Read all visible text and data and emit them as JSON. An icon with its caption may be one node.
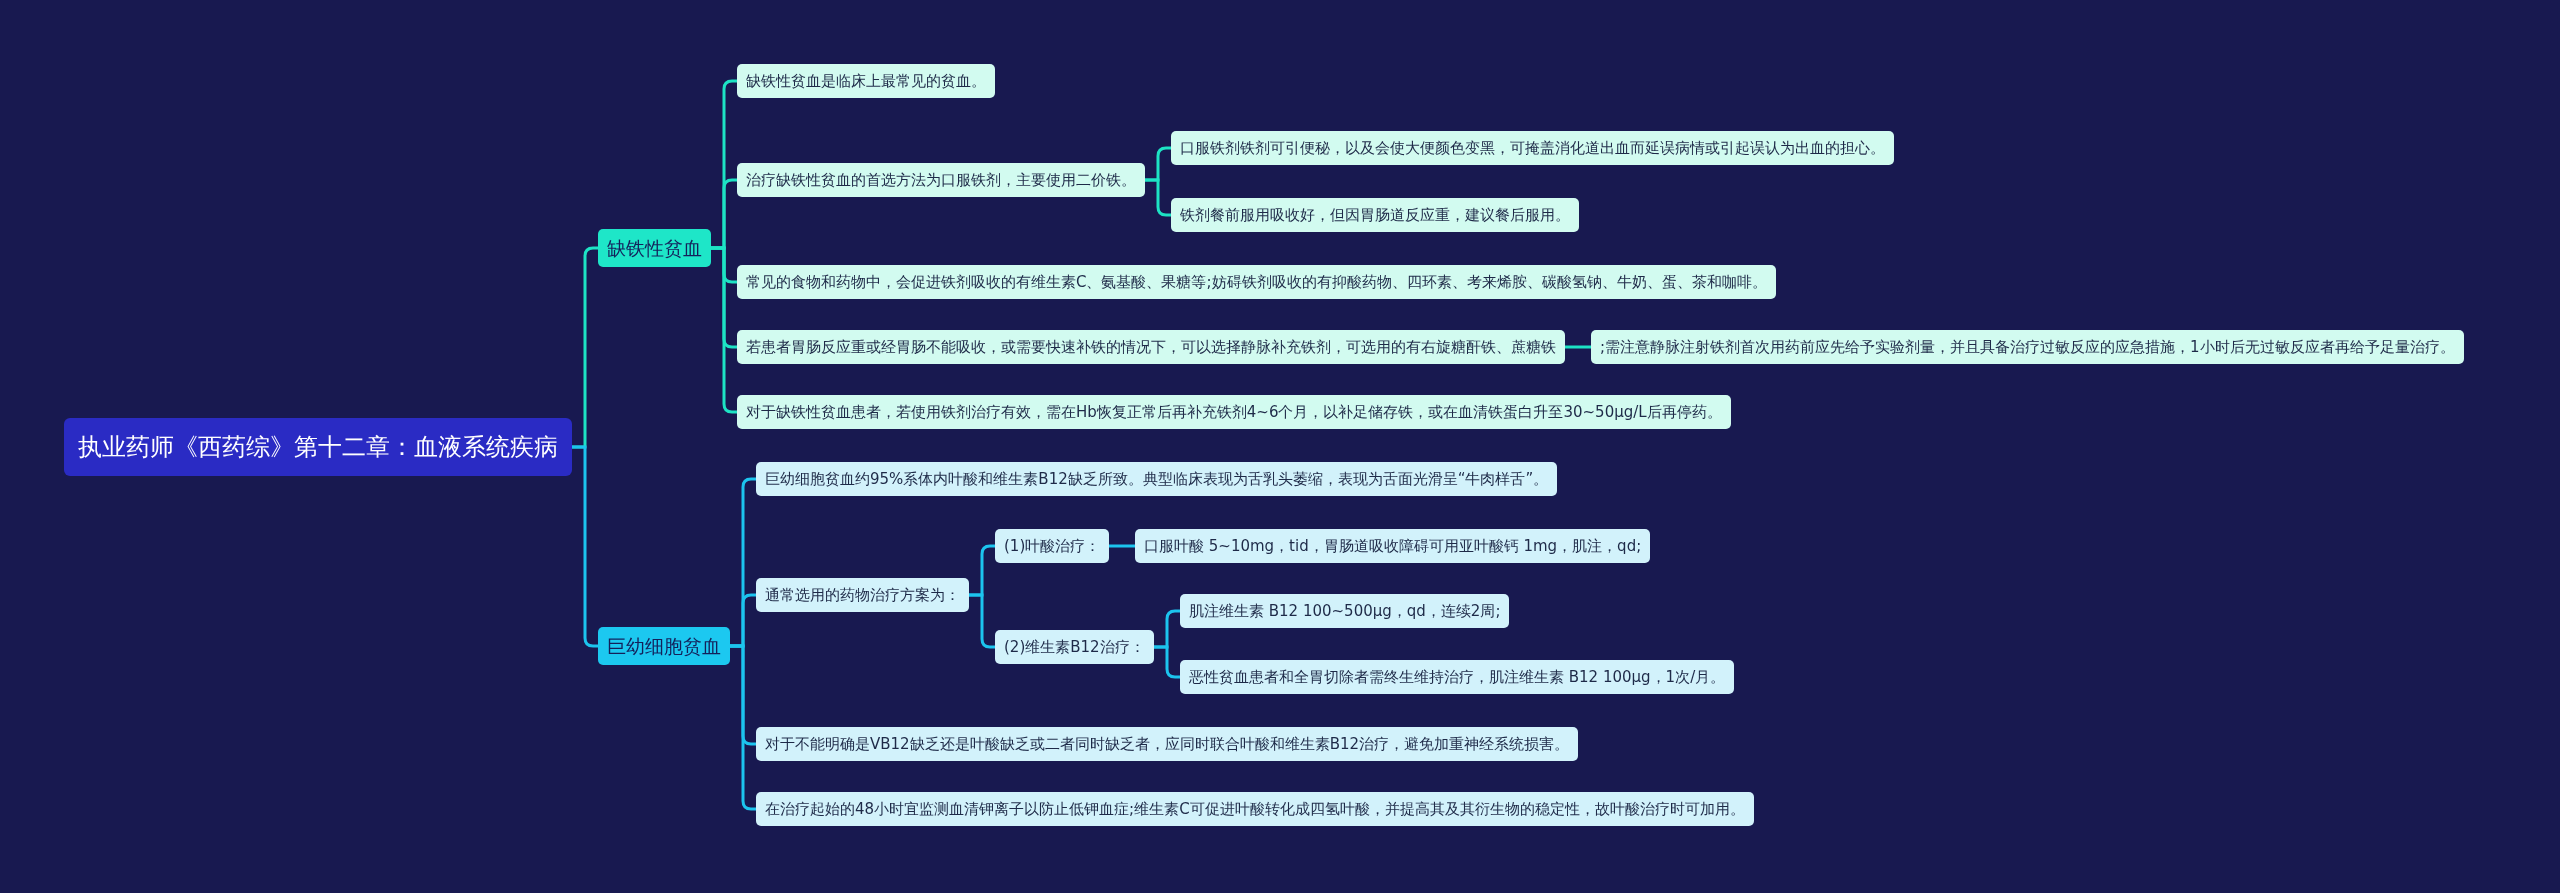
{
  "diagram": {
    "nodes": [
      {
        "text": [
          "执业药师《西药综》第十二章：血液系统疾病"
        ]
      },
      {
        "text": [
          "缺铁性贫血"
        ]
      },
      {
        "text": [
          "缺铁性贫血是临床上最常见的贫血。"
        ]
      },
      {
        "text": [
          "治疗缺铁性贫血的首选方法为口服铁剂，主要使用二价铁。"
        ]
      },
      {
        "text": [
          "口服铁剂铁剂可引便秘，以及会使大便颜色变黑，可掩盖消化道出血而延误病情或引起误认为出血的担心。"
        ]
      },
      {
        "text": [
          "铁剂餐前服用吸收好，但因胃肠道反应重，建议餐后服用。"
        ]
      },
      {
        "text": [
          "常见的食物和药物中，会促进铁剂吸收的有维生素C、氨基酸、果糖等;妨碍铁剂吸收的有抑酸药物、四环素、考来烯胺、碳酸氢钠、牛奶、蛋、茶和咖啡。"
        ]
      },
      {
        "text": [
          "若患者胃肠反应重或经胃肠不能吸收，或需要快速补铁的情况下，可以选择静脉补充铁剂，可选用的有右旋糖酐铁、蔗糖铁"
        ]
      },
      {
        "text": [
          ";需注意静脉注射铁剂首次用药前应先给予实验剂量，并且具备治疗过敏反应的应急措施，1小时后无过敏反应者再给予足量治疗。"
        ]
      },
      {
        "text": [
          "对于缺铁性贫血患者，若使用铁剂治疗有效，需在Hb恢复正常后再补充铁剂4~6个月，以补足储存铁，或在血清铁蛋白升至30~50μg/L后再停药。"
        ]
      },
      {
        "text": [
          "巨幼细胞贫血"
        ]
      },
      {
        "text": [
          "巨幼细胞贫血约95%系体内叶酸和维生素B12缺乏所致。典型临床表现为舌乳头萎缩，表现为舌面光滑呈“牛肉样舌”。"
        ]
      },
      {
        "text": [
          "通常选用的药物治疗方案为："
        ]
      },
      {
        "text": [
          "(1)叶酸治疗："
        ]
      },
      {
        "text": [
          "口服叶酸 5~10mg，tid，胃肠道吸收障碍可用亚叶酸钙 1mg，肌注，qd;"
        ]
      },
      {
        "text": [
          "(2)维生素B12治疗："
        ]
      },
      {
        "text": [
          "肌注维生素 B12 100~500μg，qd，连续2周;"
        ]
      },
      {
        "text": [
          "恶性贫血患者和全胃切除者需终生维持治疗，肌注维生素 B12 100μg，1次/月。"
        ]
      },
      {
        "text": [
          "对于不能明确是VB12缺乏还是叶酸缺乏或二者同时缺乏者，应同时联合叶酸和维生素B12治疗，避免加重神经系统损害。"
        ]
      },
      {
        "text": [
          "在治疗起始的48小时宜监测血清钾离子以防止低钾血症;维生素C可促进叶酸转化成四氢叶酸，并提高其及其衍生物的稳定性，故叶酸治疗时可加用。"
        ]
      }
    ],
    "edges": [
      {
        "from": 0,
        "to": 1,
        "arrow": "none",
        "color": "#1de3c4"
      },
      {
        "from": 1,
        "to": 2,
        "arrow": "none",
        "color": "#1de3c4"
      },
      {
        "from": 1,
        "to": 3,
        "arrow": "none",
        "color": "#1de3c4"
      },
      {
        "from": 3,
        "to": 4,
        "arrow": "none",
        "color": "#1de3c4"
      },
      {
        "from": 3,
        "to": 5,
        "arrow": "none",
        "color": "#1de3c4"
      },
      {
        "from": 1,
        "to": 6,
        "arrow": "none",
        "color": "#1de3c4"
      },
      {
        "from": 1,
        "to": 7,
        "arrow": "none",
        "color": "#1de3c4"
      },
      {
        "from": 7,
        "to": 8,
        "arrow": "none",
        "color": "#1de3c4"
      },
      {
        "from": 1,
        "to": 9,
        "arrow": "none",
        "color": "#1de3c4"
      },
      {
        "from": 0,
        "to": 10,
        "arrow": "none"
      },
      {
        "from": 10,
        "to": 11,
        "arrow": "none"
      },
      {
        "from": 10,
        "to": 12,
        "arrow": "none"
      },
      {
        "from": 12,
        "to": 13,
        "arrow": "none"
      },
      {
        "from": 13,
        "to": 14,
        "arrow": "none"
      },
      {
        "from": 12,
        "to": 15,
        "arrow": "none"
      },
      {
        "from": 15,
        "to": 16,
        "arrow": "none"
      },
      {
        "from": 15,
        "to": 17,
        "arrow": "none"
      },
      {
        "from": 10,
        "to": 18,
        "arrow": "none"
      },
      {
        "from": 10,
        "to": 19,
        "arrow": "none"
      }
    ]
  }
}
